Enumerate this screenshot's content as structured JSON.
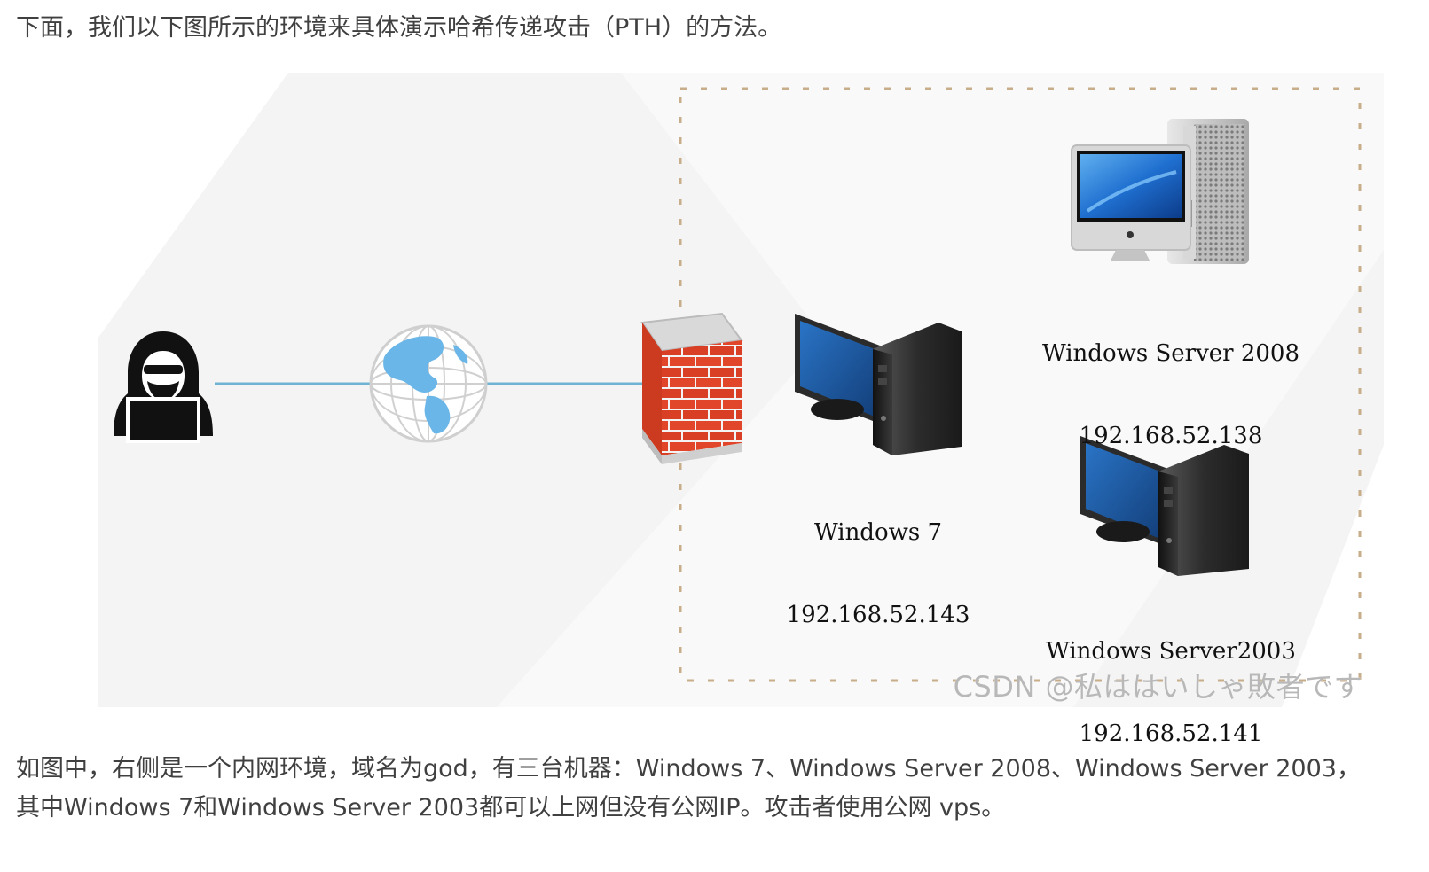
{
  "article": {
    "intro": "下面，我们以下图所示的环境来具体演示哈希传递攻击（PTH）的方法。",
    "description_line1": "如图中，右侧是一个内网环境，域名为god，有三台机器：Windows 7、Windows Server 2008、Windows Server 2003，",
    "description_line2": "其中Windows 7和Windows Server 2003都可以上网但没有公网IP。攻击者使用公网 vps。"
  },
  "diagram": {
    "nodes": {
      "attacker": {
        "icon": "hacker-icon"
      },
      "internet": {
        "icon": "globe-icon"
      },
      "firewall": {
        "icon": "firewall-icon"
      },
      "win7": {
        "icon": "desktop-computer-icon",
        "name": "Windows 7",
        "ip": "192.168.52.143"
      },
      "srv2008": {
        "icon": "mac-pro-computer-icon",
        "name": "Windows Server 2008",
        "ip": "192.168.52.138"
      },
      "srv2003": {
        "icon": "desktop-computer-icon",
        "name": "Windows Server2003",
        "ip": "192.168.52.141"
      }
    },
    "colors": {
      "link": "#6fb3d2",
      "boundary": "#c8ad8a",
      "firewall_brick": "#e2462a",
      "monitor_screen": "#1f5fa8",
      "globe_land": "#6bb6e8"
    },
    "watermark": "CSDN @私ははいしゃ敗者です"
  }
}
